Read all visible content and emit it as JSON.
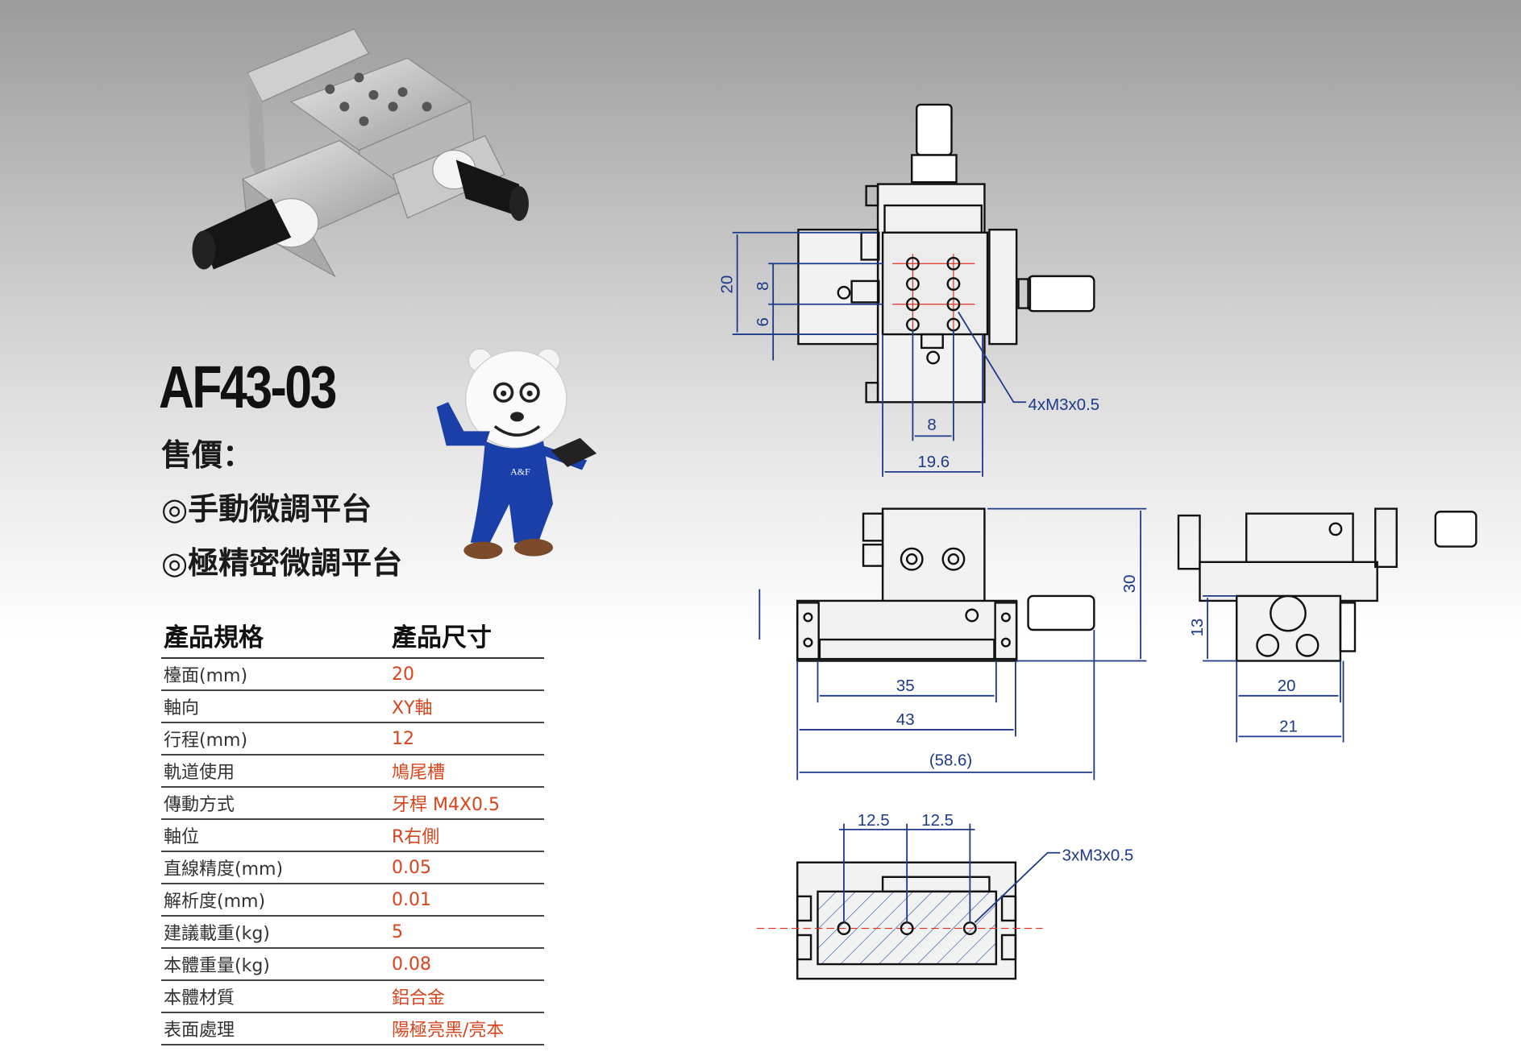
{
  "product": {
    "model": "AF43-03",
    "price_label": "售價：",
    "features": [
      "◎手動微調平台",
      "◎極精密微調平台"
    ],
    "mascot_badge": "A&F"
  },
  "spec_table": {
    "headers": [
      "產品規格",
      "產品尺寸"
    ],
    "rows": [
      {
        "label": "檯面(mm)",
        "value": "20"
      },
      {
        "label": "軸向",
        "value": "XY軸"
      },
      {
        "label": "行程(mm)",
        "value": "12"
      },
      {
        "label": "軌道使用",
        "value": "鳩尾槽"
      },
      {
        "label": "傳動方式",
        "value": "牙桿 M4X0.5"
      },
      {
        "label": "軸位",
        "value": "R右側"
      },
      {
        "label": "直線精度(mm)",
        "value": "0.05"
      },
      {
        "label": "解析度(mm)",
        "value": "0.01"
      },
      {
        "label": "建議載重(kg)",
        "value": "5"
      },
      {
        "label": "本體重量(kg)",
        "value": "0.08"
      },
      {
        "label": "本體材質",
        "value": "鋁合金"
      },
      {
        "label": "表面處理",
        "value": "陽極亮黑/亮本"
      }
    ]
  },
  "drawing": {
    "top_view": {
      "dim_20": "20",
      "dim_8v": "8",
      "dim_6": "6",
      "thread": "4xM3x0.5",
      "dim_8h": "8",
      "dim_19_6": "19.6"
    },
    "front_view": {
      "dim_30": "30",
      "dim_35": "35",
      "dim_43": "43",
      "dim_58_6": "(58.6)"
    },
    "side_view": {
      "dim_13": "13",
      "dim_20": "20",
      "dim_21": "21"
    },
    "bottom_view": {
      "dim_12_5a": "12.5",
      "dim_12_5b": "12.5",
      "thread": "3xM3x0.5"
    },
    "dimension_color": "#1d3a8a",
    "centerline_color": "#e03020"
  }
}
